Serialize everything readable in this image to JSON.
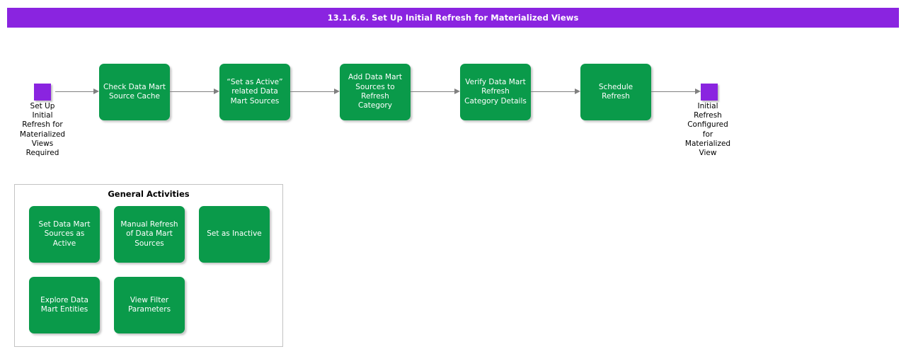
{
  "header": {
    "title": "13.1.6.6. Set Up Initial Refresh for Materialized Views",
    "background_color": "#8a24e0",
    "text_color": "#ffffff"
  },
  "theme": {
    "process_box_color": "#0a9a4a",
    "terminal_node_color": "#8a24e0",
    "connector_color": "#808080",
    "panel_border_color": "#c3c3c3",
    "canvas_background": "#ffffff"
  },
  "flow": {
    "start_node": {
      "name": "start-terminal",
      "label": "Set Up\nInitial\nRefresh for\nMaterialized\nViews\nRequired"
    },
    "steps": [
      {
        "id": "check-data-mart-source-cache",
        "label": "Check Data Mart\nSource Cache"
      },
      {
        "id": "set-as-active-related-data-mart-sources",
        "label": "“Set as Active”\nrelated Data\nMart Sources"
      },
      {
        "id": "add-data-mart-sources-to-refresh-category",
        "label": "Add Data Mart\nSources to\nRefresh\nCategory"
      },
      {
        "id": "verify-data-mart-refresh-category-details",
        "label": "Verify Data Mart\nRefresh\nCategory Details"
      },
      {
        "id": "schedule-refresh",
        "label": "Schedule\nRefresh"
      }
    ],
    "end_node": {
      "name": "end-terminal",
      "label": "Initial\nRefresh\nConfigured\nfor\nMaterialized\nView"
    }
  },
  "general_activities": {
    "title": "General Activities",
    "items": [
      {
        "id": "set-data-mart-sources-as-active",
        "label": "Set Data Mart\nSources as\nActive"
      },
      {
        "id": "manual-refresh-of-data-mart-sources",
        "label": "Manual Refresh\nof Data Mart\nSources"
      },
      {
        "id": "set-as-inactive",
        "label": "Set as Inactive"
      },
      {
        "id": "explore-data-mart-entities",
        "label": "Explore Data\nMart Entities"
      },
      {
        "id": "view-filter-parameters",
        "label": "View Filter\nParameters"
      }
    ]
  }
}
